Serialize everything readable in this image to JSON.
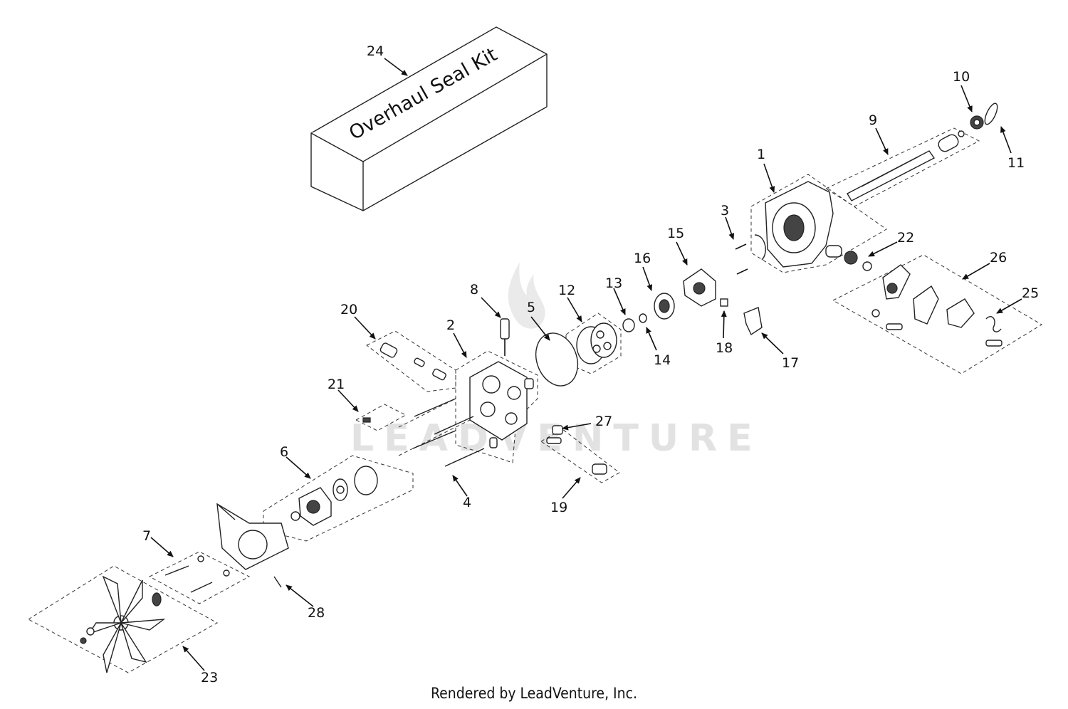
{
  "diagram": {
    "kit_label": "Overhaul Seal Kit",
    "watermark": "LEADVENTURE",
    "credit": "Rendered by LeadVenture, Inc.",
    "callouts": [
      "1",
      "2",
      "3",
      "4",
      "5",
      "6",
      "7",
      "8",
      "9",
      "10",
      "11",
      "12",
      "13",
      "14",
      "15",
      "16",
      "17",
      "18",
      "19",
      "20",
      "21",
      "22",
      "23",
      "24",
      "25",
      "26",
      "27",
      "28"
    ]
  }
}
